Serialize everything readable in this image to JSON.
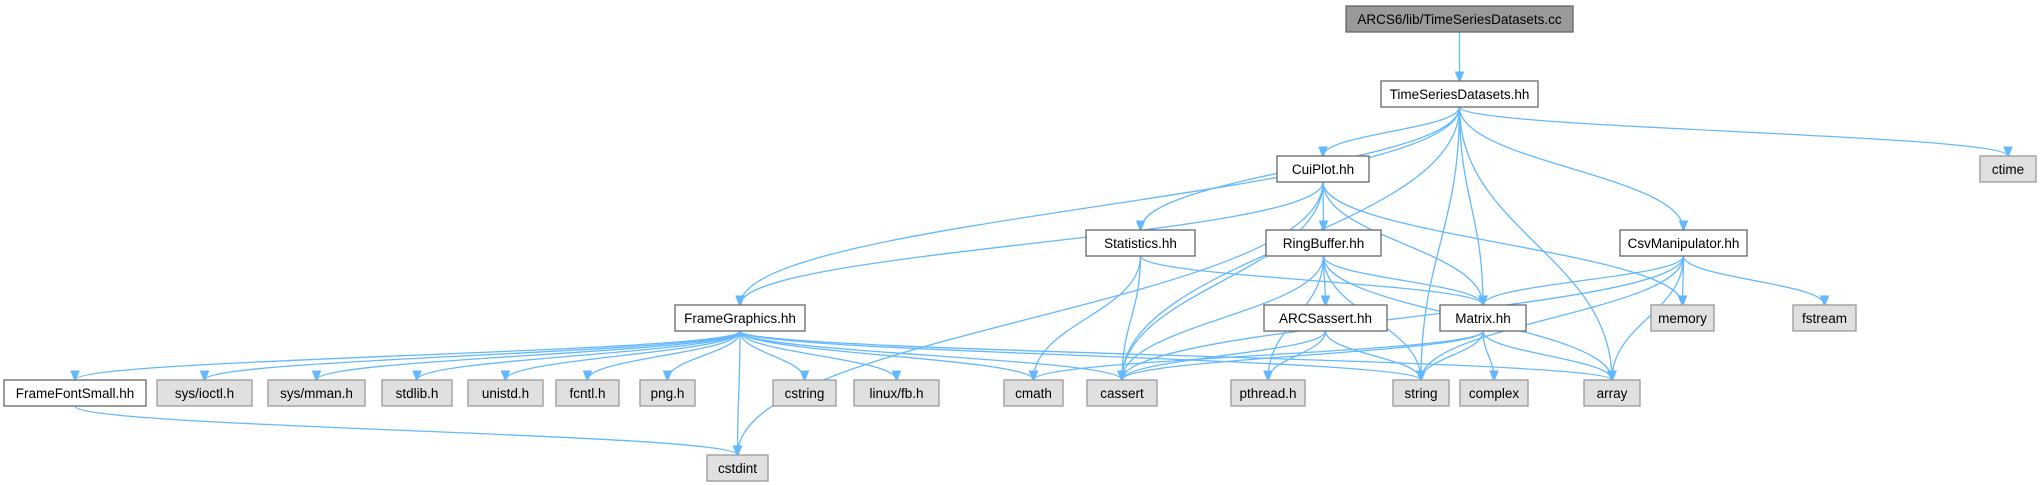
{
  "colors": {
    "edge": "#63b8ff",
    "root_fill": "#999999",
    "root_stroke": "#666666",
    "doc_fill": "#ffffff",
    "doc_stroke": "#666666",
    "sys_fill": "#e0e0e0",
    "sys_stroke": "#999999",
    "text": "#000000"
  },
  "nodes": [
    {
      "id": "root",
      "label": "ARCS6/lib/TimeSeriesDatasets.cc",
      "kind": "root",
      "interactable": false
    },
    {
      "id": "tsd",
      "label": "TimeSeriesDatasets.hh",
      "kind": "doc",
      "interactable": true
    },
    {
      "id": "cuiplot",
      "label": "CuiPlot.hh",
      "kind": "doc",
      "interactable": true
    },
    {
      "id": "statistics",
      "label": "Statistics.hh",
      "kind": "doc",
      "interactable": true
    },
    {
      "id": "ringbuffer",
      "label": "RingBuffer.hh",
      "kind": "doc",
      "interactable": true
    },
    {
      "id": "csvmanip",
      "label": "CsvManipulator.hh",
      "kind": "doc",
      "interactable": true
    },
    {
      "id": "framegraphics",
      "label": "FrameGraphics.hh",
      "kind": "doc",
      "interactable": true
    },
    {
      "id": "arcsassert",
      "label": "ARCSassert.hh",
      "kind": "doc",
      "interactable": true
    },
    {
      "id": "matrix",
      "label": "Matrix.hh",
      "kind": "doc",
      "interactable": true
    },
    {
      "id": "framefont",
      "label": "FrameFontSmall.hh",
      "kind": "doc",
      "interactable": true
    },
    {
      "id": "ctime",
      "label": "ctime",
      "kind": "sys",
      "interactable": false
    },
    {
      "id": "memory",
      "label": "memory",
      "kind": "sys",
      "interactable": false
    },
    {
      "id": "fstream",
      "label": "fstream",
      "kind": "sys",
      "interactable": false
    },
    {
      "id": "sysioctl",
      "label": "sys/ioctl.h",
      "kind": "sys",
      "interactable": false
    },
    {
      "id": "sysmman",
      "label": "sys/mman.h",
      "kind": "sys",
      "interactable": false
    },
    {
      "id": "stdlib",
      "label": "stdlib.h",
      "kind": "sys",
      "interactable": false
    },
    {
      "id": "unistd",
      "label": "unistd.h",
      "kind": "sys",
      "interactable": false
    },
    {
      "id": "fcntl",
      "label": "fcntl.h",
      "kind": "sys",
      "interactable": false
    },
    {
      "id": "png",
      "label": "png.h",
      "kind": "sys",
      "interactable": false
    },
    {
      "id": "cstring",
      "label": "cstring",
      "kind": "sys",
      "interactable": false
    },
    {
      "id": "linuxfb",
      "label": "linux/fb.h",
      "kind": "sys",
      "interactable": false
    },
    {
      "id": "cmath",
      "label": "cmath",
      "kind": "sys",
      "interactable": false
    },
    {
      "id": "cassert",
      "label": "cassert",
      "kind": "sys",
      "interactable": false
    },
    {
      "id": "pthread",
      "label": "pthread.h",
      "kind": "sys",
      "interactable": false
    },
    {
      "id": "string",
      "label": "string",
      "kind": "sys",
      "interactable": false
    },
    {
      "id": "complex",
      "label": "complex",
      "kind": "sys",
      "interactable": false
    },
    {
      "id": "array",
      "label": "array",
      "kind": "sys",
      "interactable": false
    },
    {
      "id": "cstdint",
      "label": "cstdint",
      "kind": "sys",
      "interactable": false
    }
  ],
  "edges": [
    [
      "root",
      "tsd"
    ],
    [
      "tsd",
      "framegraphics"
    ],
    [
      "tsd",
      "cuiplot"
    ],
    [
      "tsd",
      "statistics"
    ],
    [
      "tsd",
      "csvmanip"
    ],
    [
      "tsd",
      "matrix"
    ],
    [
      "tsd",
      "cassert"
    ],
    [
      "tsd",
      "string"
    ],
    [
      "tsd",
      "array"
    ],
    [
      "tsd",
      "ctime"
    ],
    [
      "cuiplot",
      "framegraphics"
    ],
    [
      "cuiplot",
      "ringbuffer"
    ],
    [
      "cuiplot",
      "matrix"
    ],
    [
      "cuiplot",
      "memory"
    ],
    [
      "cuiplot",
      "cassert"
    ],
    [
      "cuiplot",
      "cstdint"
    ],
    [
      "statistics",
      "matrix"
    ],
    [
      "statistics",
      "cassert"
    ],
    [
      "statistics",
      "cmath"
    ],
    [
      "ringbuffer",
      "arcsassert"
    ],
    [
      "ringbuffer",
      "matrix"
    ],
    [
      "ringbuffer",
      "cassert"
    ],
    [
      "ringbuffer",
      "pthread"
    ],
    [
      "ringbuffer",
      "string"
    ],
    [
      "ringbuffer",
      "array"
    ],
    [
      "csvmanip",
      "matrix"
    ],
    [
      "csvmanip",
      "memory"
    ],
    [
      "csvmanip",
      "fstream"
    ],
    [
      "csvmanip",
      "cassert"
    ],
    [
      "csvmanip",
      "string"
    ],
    [
      "csvmanip",
      "array"
    ],
    [
      "framegraphics",
      "framefont"
    ],
    [
      "framegraphics",
      "sysioctl"
    ],
    [
      "framegraphics",
      "sysmman"
    ],
    [
      "framegraphics",
      "stdlib"
    ],
    [
      "framegraphics",
      "unistd"
    ],
    [
      "framegraphics",
      "fcntl"
    ],
    [
      "framegraphics",
      "png"
    ],
    [
      "framegraphics",
      "cstring"
    ],
    [
      "framegraphics",
      "linuxfb"
    ],
    [
      "framegraphics",
      "cmath"
    ],
    [
      "framegraphics",
      "cassert"
    ],
    [
      "framegraphics",
      "string"
    ],
    [
      "framegraphics",
      "array"
    ],
    [
      "framegraphics",
      "cstdint"
    ],
    [
      "arcsassert",
      "cassert"
    ],
    [
      "arcsassert",
      "pthread"
    ],
    [
      "arcsassert",
      "string"
    ],
    [
      "matrix",
      "cmath"
    ],
    [
      "matrix",
      "cassert"
    ],
    [
      "matrix",
      "string"
    ],
    [
      "matrix",
      "complex"
    ],
    [
      "matrix",
      "array"
    ],
    [
      "framefont",
      "cstdint"
    ]
  ]
}
